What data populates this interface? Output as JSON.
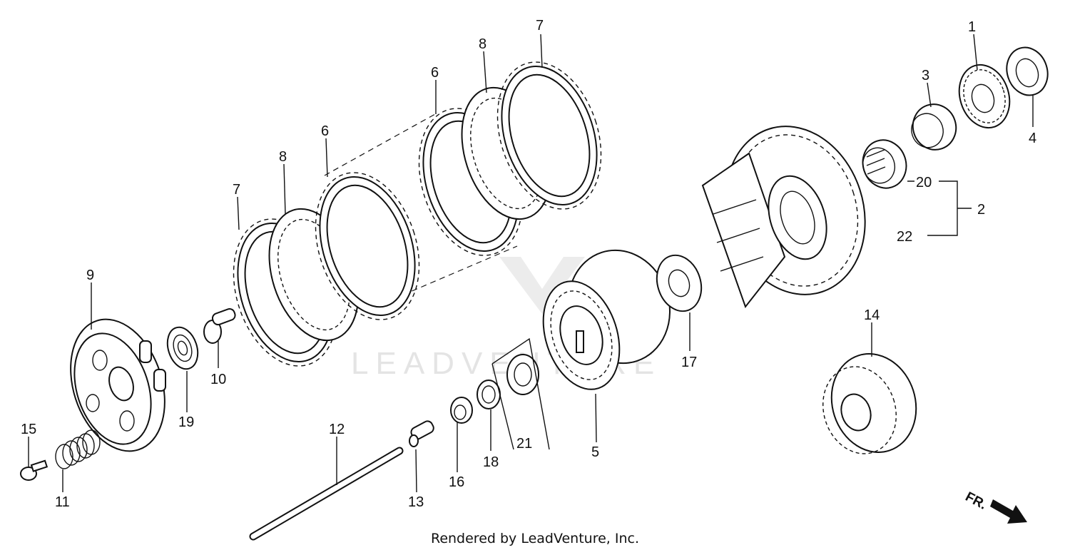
{
  "diagram": {
    "callouts": [
      {
        "id": "1",
        "label": "1"
      },
      {
        "id": "2",
        "label": "2"
      },
      {
        "id": "3",
        "label": "3"
      },
      {
        "id": "4",
        "label": "4"
      },
      {
        "id": "5",
        "label": "5"
      },
      {
        "id": "6a",
        "label": "6"
      },
      {
        "id": "6b",
        "label": "6"
      },
      {
        "id": "7a",
        "label": "7"
      },
      {
        "id": "7b",
        "label": "7"
      },
      {
        "id": "8a",
        "label": "8"
      },
      {
        "id": "8b",
        "label": "8"
      },
      {
        "id": "9",
        "label": "9"
      },
      {
        "id": "10",
        "label": "10"
      },
      {
        "id": "11",
        "label": "11"
      },
      {
        "id": "12",
        "label": "12"
      },
      {
        "id": "13",
        "label": "13"
      },
      {
        "id": "14",
        "label": "14"
      },
      {
        "id": "15",
        "label": "15"
      },
      {
        "id": "16",
        "label": "16"
      },
      {
        "id": "17",
        "label": "17"
      },
      {
        "id": "18",
        "label": "18"
      },
      {
        "id": "19",
        "label": "19"
      },
      {
        "id": "20",
        "label": "20"
      },
      {
        "id": "21",
        "label": "21"
      },
      {
        "id": "22",
        "label": "22"
      }
    ],
    "watermark": "LEADVENTURE",
    "direction_label": "FR."
  },
  "footer": {
    "credit": "Rendered by LeadVenture, Inc."
  }
}
